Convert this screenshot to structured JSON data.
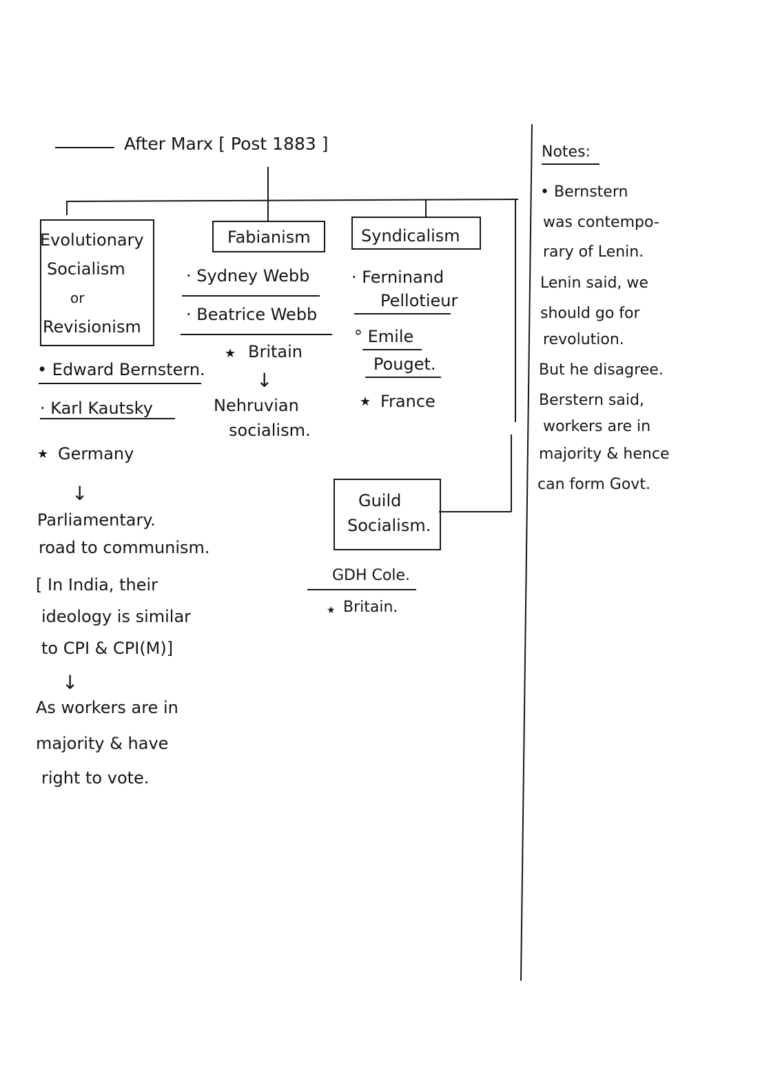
{
  "title": "After Marx [ Post 1883 ]",
  "branches": {
    "evolutionary": {
      "box_lines": [
        "Evolutionary",
        "Socialism",
        "or",
        "Revisionism"
      ],
      "people": [
        "• Edward Bernstern.",
        "· Karl Kautsky"
      ],
      "country": "Germany",
      "outcome_lines": [
        "Parliamentary.",
        "road to communism."
      ],
      "india_lines": [
        "[ In India, their",
        "ideology is similar",
        "to CPI & CPI(M)]"
      ],
      "reason_lines": [
        "As workers are in",
        "majority & have",
        "right to vote."
      ]
    },
    "fabianism": {
      "box_label": "Fabianism",
      "people": [
        "· Sydney Webb",
        "· Beatrice Webb"
      ],
      "country": "Britain",
      "outcome_lines": [
        "Nehruvian",
        "socialism."
      ]
    },
    "syndicalism": {
      "box_label": "Syndicalism",
      "person1_lines": [
        "· Ferninand",
        "Pellotieur"
      ],
      "person2_lines": [
        "° Emile",
        "Pouget."
      ],
      "country": "France"
    },
    "guild": {
      "box_lines": [
        "Guild",
        "Socialism."
      ],
      "person": "GDH Cole.",
      "country": "Britain."
    }
  },
  "notes": {
    "heading": "Notes:",
    "lines": [
      "• Bernstern",
      "was contempo-",
      "rary of Lenin.",
      "Lenin said, we",
      "should go for",
      "revolution.",
      "But he disagree.",
      "Berstern said,",
      "workers are in",
      "majority & hence",
      "can form Govt."
    ]
  },
  "symbols": {
    "star": "★",
    "arrow_down": "↓",
    "guild_star": "★"
  }
}
